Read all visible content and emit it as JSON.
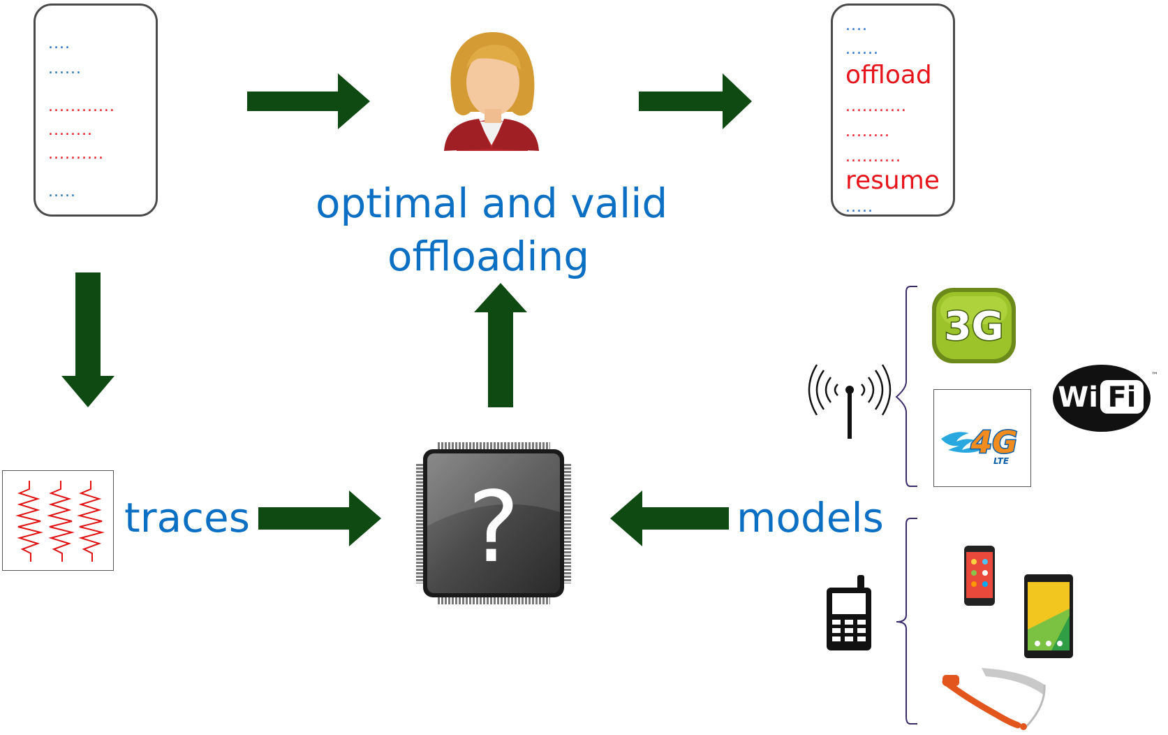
{
  "colors": {
    "arrow": "#0e4a12",
    "label_blue": "#0b70c3",
    "code_blue": "#1f6fc0",
    "code_red": "#e8141b"
  },
  "source_code": {
    "lines": [
      "....",
      "......",
      "............",
      "........",
      "..........",
      "....."
    ]
  },
  "transformed_code": {
    "lines": [
      "....",
      "......",
      "offload",
      "...........",
      "........",
      "..........",
      "resume",
      "....."
    ]
  },
  "labels": {
    "result_line1": "optimal  and valid",
    "result_line2": "offloading",
    "traces": "traces",
    "models": "models"
  },
  "chip": {
    "symbol": "?"
  },
  "network_icons": {
    "g3": "3G",
    "g4": "4G",
    "lte": "LTE",
    "wifi_left": "Wi",
    "wifi_right": "Fi",
    "tm": "™"
  },
  "icons": [
    "person-icon",
    "trace-waveform-icon",
    "processor-chip-icon",
    "antenna-icon",
    "3g-icon",
    "4g-lte-icon",
    "wifi-icon",
    "cellphone-icon",
    "smartphone-icon",
    "tablet-icon",
    "smart-glasses-icon"
  ]
}
